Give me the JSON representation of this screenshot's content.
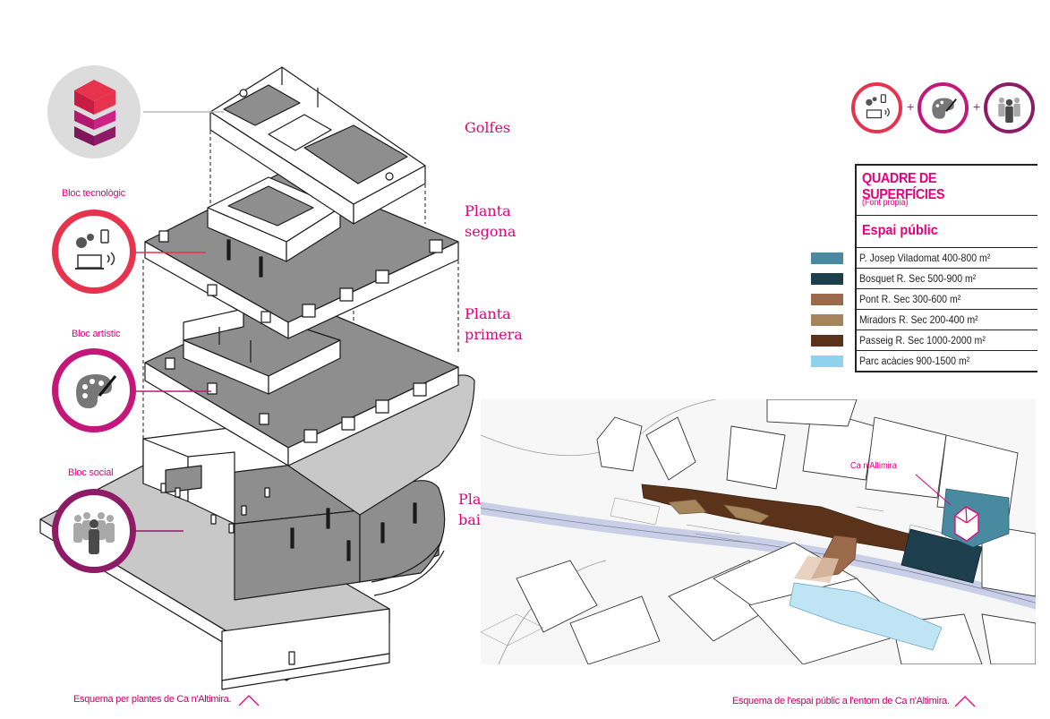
{
  "floors": {
    "golfes": "Golfes",
    "segona_1": "Planta",
    "segona_2": "segona",
    "primera_1": "Planta",
    "primera_2": "primera",
    "baixa_1": "Planta",
    "baixa_2": "baixa"
  },
  "blocks": {
    "tecnologic": "Bloc tecnològic",
    "artistic": "Bloc artístic",
    "social": "Bloc social"
  },
  "icons": {
    "building": "building-stack-icon",
    "tecnologic": "technology-icon",
    "artistic": "palette-icon",
    "social": "people-icon"
  },
  "quadre": {
    "title": "QUADRE DE SUPERFÍCIES",
    "source": "(Font pròpia)",
    "section": "Espai públic",
    "rows": [
      {
        "label": "P. Josep Viladomat 400-800 m²",
        "color": "#4a8aa1"
      },
      {
        "label": "Bosquet R. Sec 500-900 m²",
        "color": "#1d3e4c"
      },
      {
        "label": "Pont R. Sec 300-600 m²",
        "color": "#9b6a4a"
      },
      {
        "label": "Miradors R. Sec 200-400 m²",
        "color": "#a5865c"
      },
      {
        "label": "Passeig R. Sec 1000-2000 m²",
        "color": "#5b321a"
      },
      {
        "label": "Parc acàcies 900-1500 m²",
        "color": "#8fd2ee"
      }
    ]
  },
  "formula": {
    "plus_1": "+",
    "plus_2": "+"
  },
  "map": {
    "label": "Ca n'Altimira"
  },
  "captions": {
    "left": "Esquema per plantes de Ca n'Altimira.",
    "right": "Esquema de l'espai públic a l'entorn de Ca n'Altimira."
  },
  "colors": {
    "magenta": "#e5007e",
    "red": "#e6334e",
    "purple": "#8e1b66"
  }
}
